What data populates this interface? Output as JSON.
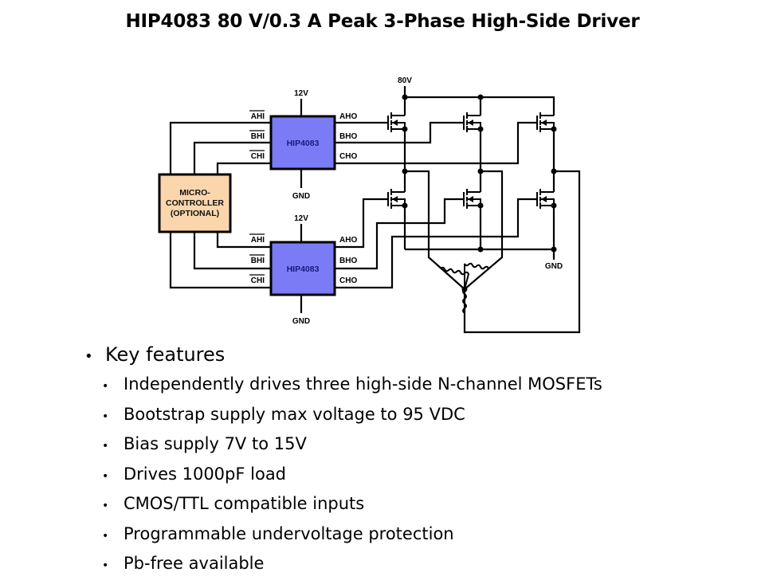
{
  "slide": {
    "title": "HIP4083 80 V/0.3 A Peak 3-Phase High-Side Driver"
  },
  "diagram": {
    "supply_high": "80V",
    "ground_label": "GND",
    "colors": {
      "chip_fill": "#7b7bf5",
      "chip_text": "#1a1a80",
      "mcu_fill": "#fbd6ad",
      "wire": "#000000"
    },
    "microcontroller": {
      "lines": [
        "MICRO-",
        "CONTROLLER",
        "(OPTIONAL)"
      ]
    },
    "drivers": [
      {
        "name": "HIP4083",
        "supply": "12V",
        "ground": "GND",
        "inputs": [
          "AHI",
          "BHI",
          "CHI"
        ],
        "outputs": [
          "AHO",
          "BHO",
          "CHO"
        ]
      },
      {
        "name": "HIP4083",
        "supply": "12V",
        "ground": "GND",
        "inputs": [
          "AHI",
          "BHI",
          "CHI"
        ],
        "outputs": [
          "AHO",
          "BHO",
          "CHO"
        ]
      }
    ]
  },
  "features": {
    "heading": "Key features",
    "bullet": "•",
    "items": [
      "Independently drives three high-side N-channel MOSFETs",
      "Bootstrap supply max voltage to 95 VDC",
      "Bias supply 7V to 15V",
      "Drives 1000pF load",
      "CMOS/TTL compatible inputs",
      "Programmable undervoltage protection",
      "Pb-free available"
    ]
  }
}
